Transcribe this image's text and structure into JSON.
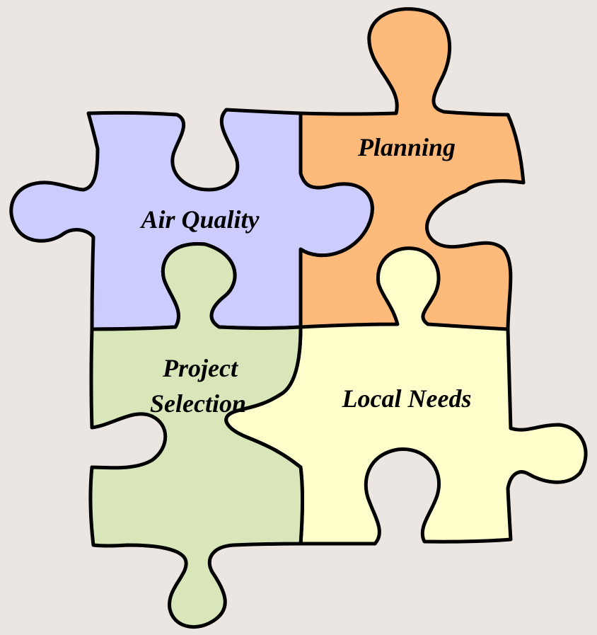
{
  "background": "#ECE6E2",
  "pieces": [
    {
      "id": "planning",
      "label": "Planning",
      "color": "#FDBA7B"
    },
    {
      "id": "air-quality",
      "label": "Air Quality",
      "color": "#CCCCFF"
    },
    {
      "id": "local-needs",
      "label": "Local Needs",
      "color": "#FFFFCC"
    },
    {
      "id": "project-selection",
      "label_lines": [
        "Project",
        "Selection"
      ],
      "color": "#D8E6B9"
    }
  ]
}
